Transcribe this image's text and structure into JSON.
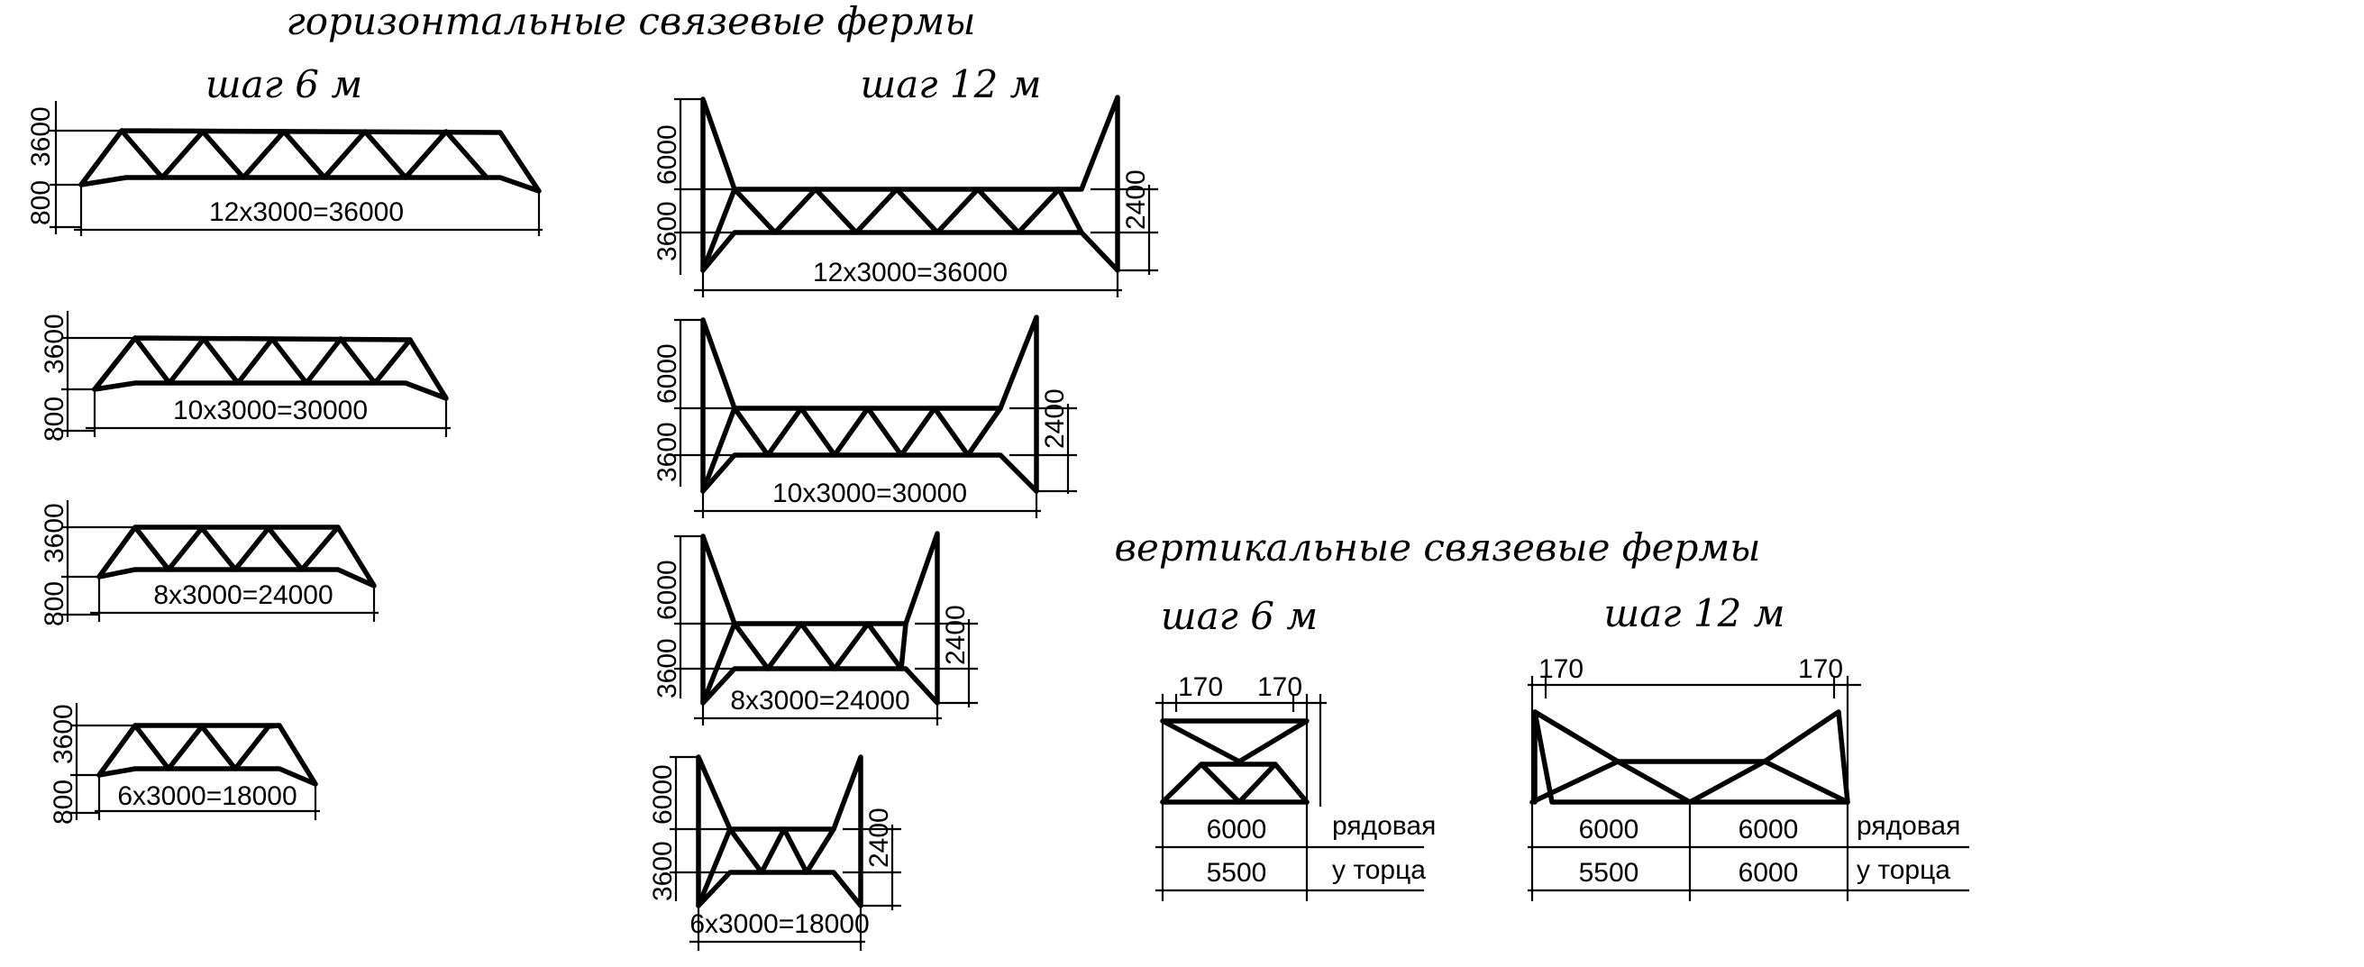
{
  "titles": {
    "horizontal": "горизонтальные связевые фермы",
    "vertical": "вертикальные связевые фермы"
  },
  "steps": {
    "h6": "шаг 6 м",
    "h12": "шаг 12 м",
    "v6": "шаг 6 м",
    "v12": "шаг 12 м"
  },
  "dims": {
    "d3600": "3600",
    "d800": "800",
    "d6000": "6000",
    "d2400": "2400",
    "s12": "12х3000=36000",
    "s10": "10х3000=30000",
    "s8": "8х3000=24000",
    "s6": "6х3000=18000"
  },
  "vertical_trusses": {
    "v6": {
      "offset": "170",
      "row1": "6000",
      "row2": "5500"
    },
    "v12": {
      "offset": "170",
      "row1": [
        "6000",
        "6000"
      ],
      "row2": [
        "5500",
        "6000"
      ]
    },
    "label_row": "рядовая",
    "label_end": "у торца"
  }
}
